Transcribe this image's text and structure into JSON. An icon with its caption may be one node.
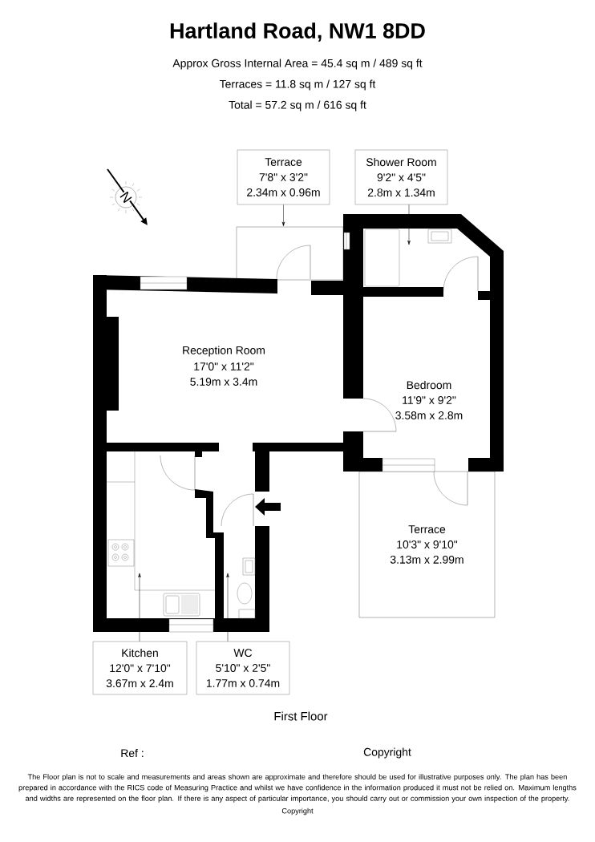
{
  "diagram": {
    "title": "Hartland Road, NW1 8DD",
    "nodes": [
      {
        "text": [
          "Terrace",
          "7'8\" x 3'2\"",
          "2.34m x 0.96m"
        ]
      },
      {
        "text": [
          "Shower Room",
          "9'2\" x 4'5\"",
          "2.8m x 1.34m"
        ]
      },
      {
        "text": [],
        "shape": "box"
      },
      {
        "text": [
          "Terrace",
          "10'3\" x 9'10\"",
          "3.13m x 2.99m"
        ]
      },
      {
        "text": [
          "Kitchen",
          "12'0\" x 7'10\"",
          "3.67m x 2.4m"
        ]
      },
      {
        "text": [
          "WC",
          "5'10\" x 2'5\"",
          "1.77m x 0.74m"
        ]
      }
    ],
    "edges": [
      {
        "from": 0,
        "to": 2,
        "arrow": "to"
      },
      {
        "from": 1,
        "to": null,
        "arrow": "to"
      },
      {
        "from": 4,
        "to": null,
        "arrow": "to"
      },
      {
        "from": 5,
        "to": null,
        "arrow": "to"
      }
    ],
    "labels": [
      "Approx Gross Internal Area = 45.4 sq m / 489 sq ft",
      "Terraces = 11.8 sq m / 127 sq ft",
      "Total = 57.2 sq m / 616 sq ft",
      "N",
      "Reception Room",
      "17'0\" x 11'2\"",
      "5.19m x 3.4m",
      "Bedroom",
      "11'9\" x 9'2\"",
      "3.58m x 2.8m",
      "First Floor",
      "Ref :",
      "Copyright",
      "The Floor plan is not to scale and measurements and areas shown are approximate and therefore should be used for illustrative purposes only. The plan has been prepared in accordance with the RICS code of Measuring Practice and whilst we have confidence in the information produced it must not be relied on. Maximum lengths and widths are represented on the floor plan. If there is any aspect of particular importance, you should carry out or commission your own inspection of the property.",
      "Copyright"
    ]
  }
}
